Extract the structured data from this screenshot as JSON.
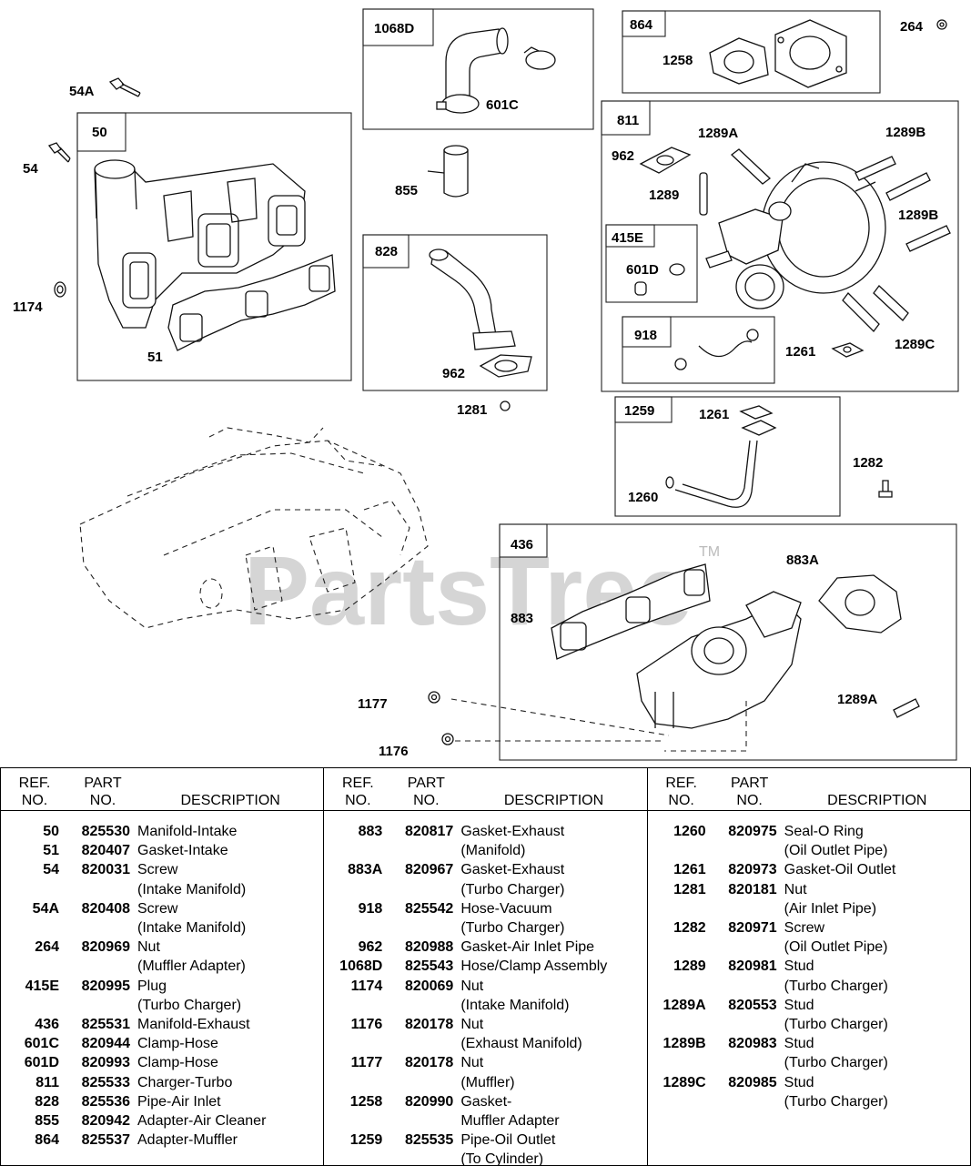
{
  "watermark": {
    "brand": "PartsTree",
    "tm": "TM"
  },
  "callouts": [
    "54A",
    "54",
    "50",
    "1174",
    "51",
    "1068D",
    "601C",
    "855",
    "828",
    "962",
    "1281",
    "864",
    "1258",
    "264",
    "811",
    "1289A",
    "1289B",
    "962",
    "1289",
    "1289B",
    "415E",
    "601D",
    "918",
    "1261",
    "1289C",
    "1259",
    "1261",
    "1260",
    "1282",
    "436",
    "883A",
    "883",
    "1289A",
    "1177",
    "1176"
  ],
  "table": {
    "headers": {
      "ref": [
        "REF.",
        "NO."
      ],
      "part": [
        "PART",
        "NO."
      ],
      "desc": "DESCRIPTION"
    },
    "columns": [
      [
        {
          "ref": "50",
          "part": "825530",
          "desc": "Manifold-Intake"
        },
        {
          "ref": "51",
          "part": "820407",
          "desc": "Gasket-Intake"
        },
        {
          "ref": "54",
          "part": "820031",
          "desc": "Screw"
        },
        {
          "ref": "",
          "part": "",
          "desc": "(Intake Manifold)"
        },
        {
          "ref": "54A",
          "part": "820408",
          "desc": "Screw"
        },
        {
          "ref": "",
          "part": "",
          "desc": "(Intake Manifold)"
        },
        {
          "ref": "264",
          "part": "820969",
          "desc": "Nut"
        },
        {
          "ref": "",
          "part": "",
          "desc": "(Muffler Adapter)"
        },
        {
          "ref": "415E",
          "part": "820995",
          "desc": "Plug"
        },
        {
          "ref": "",
          "part": "",
          "desc": "(Turbo Charger)"
        },
        {
          "ref": "436",
          "part": "825531",
          "desc": "Manifold-Exhaust"
        },
        {
          "ref": "601C",
          "part": "820944",
          "desc": "Clamp-Hose"
        },
        {
          "ref": "601D",
          "part": "820993",
          "desc": "Clamp-Hose"
        },
        {
          "ref": "811",
          "part": "825533",
          "desc": "Charger-Turbo"
        },
        {
          "ref": "828",
          "part": "825536",
          "desc": "Pipe-Air Inlet"
        },
        {
          "ref": "855",
          "part": "820942",
          "desc": "Adapter-Air Cleaner"
        },
        {
          "ref": "864",
          "part": "825537",
          "desc": "Adapter-Muffler"
        }
      ],
      [
        {
          "ref": "883",
          "part": "820817",
          "desc": "Gasket-Exhaust"
        },
        {
          "ref": "",
          "part": "",
          "desc": "(Manifold)"
        },
        {
          "ref": "883A",
          "part": "820967",
          "desc": "Gasket-Exhaust"
        },
        {
          "ref": "",
          "part": "",
          "desc": "(Turbo Charger)"
        },
        {
          "ref": "918",
          "part": "825542",
          "desc": "Hose-Vacuum"
        },
        {
          "ref": "",
          "part": "",
          "desc": "(Turbo Charger)"
        },
        {
          "ref": "962",
          "part": "820988",
          "desc": "Gasket-Air Inlet Pipe"
        },
        {
          "ref": "1068D",
          "part": "825543",
          "desc": "Hose/Clamp Assembly"
        },
        {
          "ref": "1174",
          "part": "820069",
          "desc": "Nut"
        },
        {
          "ref": "",
          "part": "",
          "desc": "(Intake Manifold)"
        },
        {
          "ref": "1176",
          "part": "820178",
          "desc": "Nut"
        },
        {
          "ref": "",
          "part": "",
          "desc": "(Exhaust Manifold)"
        },
        {
          "ref": "1177",
          "part": "820178",
          "desc": "Nut"
        },
        {
          "ref": "",
          "part": "",
          "desc": "(Muffler)"
        },
        {
          "ref": "1258",
          "part": "820990",
          "desc": "Gasket-"
        },
        {
          "ref": "",
          "part": "",
          "desc": "Muffler Adapter"
        },
        {
          "ref": "1259",
          "part": "825535",
          "desc": "Pipe-Oil Outlet"
        },
        {
          "ref": "",
          "part": "",
          "desc": "(To Cylinder)"
        }
      ],
      [
        {
          "ref": "1260",
          "part": "820975",
          "desc": "Seal-O Ring"
        },
        {
          "ref": "",
          "part": "",
          "desc": "(Oil Outlet Pipe)"
        },
        {
          "ref": "1261",
          "part": "820973",
          "desc": "Gasket-Oil Outlet"
        },
        {
          "ref": "1281",
          "part": "820181",
          "desc": "Nut"
        },
        {
          "ref": "",
          "part": "",
          "desc": "(Air Inlet Pipe)"
        },
        {
          "ref": "1282",
          "part": "820971",
          "desc": "Screw"
        },
        {
          "ref": "",
          "part": "",
          "desc": "(Oil Outlet Pipe)"
        },
        {
          "ref": "1289",
          "part": "820981",
          "desc": "Stud"
        },
        {
          "ref": "",
          "part": "",
          "desc": "(Turbo Charger)"
        },
        {
          "ref": "1289A",
          "part": "820553",
          "desc": "Stud"
        },
        {
          "ref": "",
          "part": "",
          "desc": "(Turbo Charger)"
        },
        {
          "ref": "1289B",
          "part": "820983",
          "desc": "Stud"
        },
        {
          "ref": "",
          "part": "",
          "desc": "(Turbo Charger)"
        },
        {
          "ref": "1289C",
          "part": "820985",
          "desc": "Stud"
        },
        {
          "ref": "",
          "part": "",
          "desc": "(Turbo Charger)"
        }
      ]
    ]
  }
}
